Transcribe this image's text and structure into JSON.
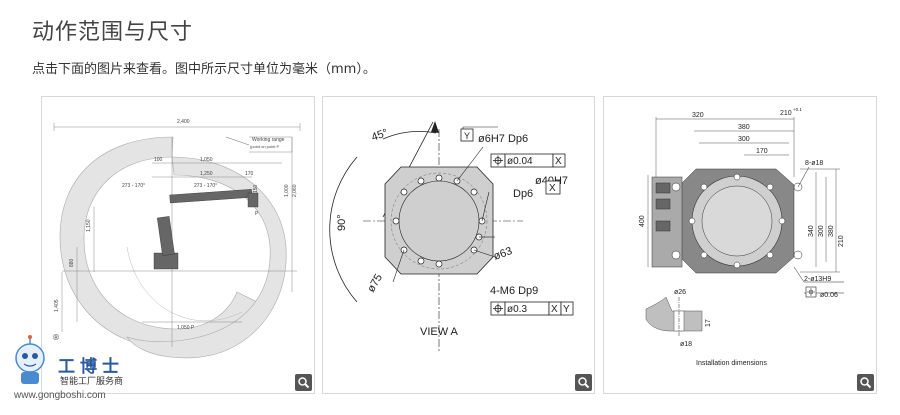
{
  "page": {
    "title": "动作范围与尺寸",
    "subtitle": "点击下面的图片来查看。图中所示尺寸单位为毫米（mm）。"
  },
  "cards": [
    {
      "name": "working-range",
      "labels": {
        "w2400": "2,400",
        "wr_title": "Working range",
        "wr_sub": "(point on point P",
        "l100": "100",
        "l1050": "1,050",
        "l1250": "1,250",
        "l170": "170",
        "l273a": "273 - 170°",
        "l273b": "273 - 170°",
        "l1150": "1,150",
        "l880": "880",
        "l1405": "1,405",
        "l1000": "1,000",
        "l1050b": "1,050 P",
        "l2060": "2,060",
        "l150": "150",
        "lP": "P"
      },
      "zoom_label": "zoom"
    },
    {
      "name": "view-a",
      "labels": {
        "angle45": "45°",
        "angle90": "90°",
        "datumY": "Y",
        "dowel": "ø6H7 Dp6",
        "tol1": "ø0.04",
        "tol1ref": "X",
        "bore": "ø40H7",
        "boreDp": "Dp6",
        "boreRef": "X",
        "d63": "ø63",
        "d75": "ø75",
        "thread": "4-M6 Dp9",
        "tol2": "ø0.3",
        "tol2refX": "X",
        "tol2refY": "Y",
        "caption": "VIEW A"
      },
      "zoom_label": "zoom"
    },
    {
      "name": "installation",
      "labels": {
        "d320": "320",
        "d210": "210",
        "d210tol": "+0.1",
        "d380": "380",
        "d300": "300",
        "d170": "170",
        "holes8": "8-ø18",
        "h400": "400",
        "h340": "340",
        "h300": "300",
        "h380": "380",
        "h210": "210",
        "holes2": "2-ø13H9",
        "tol": "ø0.06",
        "d26": "ø26",
        "d18": "ø18",
        "h17": "17",
        "caption": "Installation dimensions"
      },
      "zoom_label": "zoom"
    }
  ],
  "watermark": {
    "name": "工博士",
    "sub": "智能工厂服务商",
    "url": "www.gongboshi.com",
    "reg": "®"
  }
}
